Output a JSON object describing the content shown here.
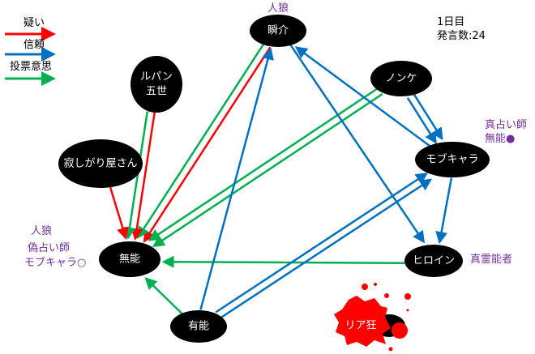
{
  "legend": [
    {
      "label": "疑い",
      "color": "#ff0000"
    },
    {
      "label": "信頼",
      "color": "#0070c0"
    },
    {
      "label": "投票意思",
      "color": "#00b050"
    }
  ],
  "info": {
    "day": "1日目",
    "posts": "発言数:24"
  },
  "nodes": {
    "shunsuke": {
      "name": "瞬介"
    },
    "lupin": {
      "name": "ルパン\n五世"
    },
    "nonke": {
      "name": "ノンケ"
    },
    "sabishi": {
      "name": "寂しがり屋さん"
    },
    "mob": {
      "name": "モブキャラ"
    },
    "munou": {
      "name": "無能"
    },
    "heroine": {
      "name": "ヒロイン"
    },
    "yuunou": {
      "name": "有能"
    },
    "riakyou": {
      "name": "リア狂",
      "status": "dead"
    }
  },
  "annotations": {
    "shunsuke_role": "人狼",
    "mob_role1": "真占い師",
    "mob_role2": "無能●",
    "heroine_role": "真霊能者",
    "munou_role1": "人狼",
    "munou_role2": "偽占い師",
    "munou_role3": "モブキャラ○"
  },
  "colors": {
    "suspect": "#ff0000",
    "trust": "#0070c0",
    "vote": "#00b050",
    "role": "#7030a0"
  },
  "edges": [
    {
      "from": "shunsuke",
      "to": "munou",
      "type": "suspect"
    },
    {
      "from": "shunsuke",
      "to": "munou",
      "type": "vote"
    },
    {
      "from": "lupin",
      "to": "munou",
      "type": "suspect"
    },
    {
      "from": "lupin",
      "to": "munou",
      "type": "vote"
    },
    {
      "from": "sabishi",
      "to": "munou",
      "type": "suspect"
    },
    {
      "from": "nonke",
      "to": "munou",
      "type": "vote"
    },
    {
      "from": "nonke",
      "to": "munou",
      "type": "vote"
    },
    {
      "from": "nonke",
      "to": "mob",
      "type": "trust"
    },
    {
      "from": "nonke",
      "to": "mob",
      "type": "trust"
    },
    {
      "from": "mob",
      "to": "shunsuke",
      "type": "trust"
    },
    {
      "from": "shunsuke",
      "to": "heroine",
      "type": "trust"
    },
    {
      "from": "mob",
      "to": "heroine",
      "type": "trust"
    },
    {
      "from": "heroine",
      "to": "munou",
      "type": "vote"
    },
    {
      "from": "yuunou",
      "to": "shunsuke",
      "type": "trust"
    },
    {
      "from": "yuunou",
      "to": "munou",
      "type": "vote"
    },
    {
      "from": "yuunou",
      "to": "mob",
      "type": "trust"
    },
    {
      "from": "yuunou",
      "to": "mob",
      "type": "trust"
    }
  ]
}
